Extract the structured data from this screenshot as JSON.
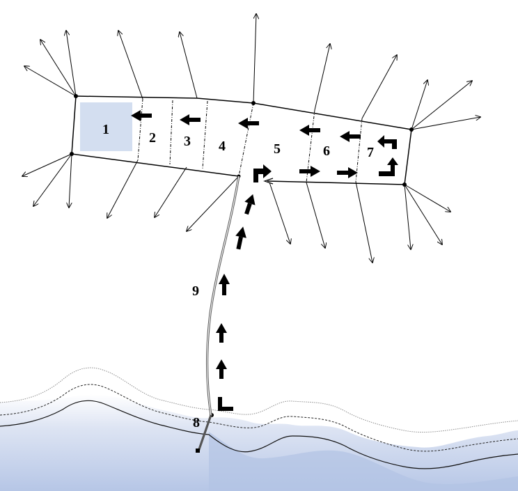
{
  "colors": {
    "water_fill": "#c3d0ea",
    "water_fade": "#ffffff",
    "zone1_fill": "#d3def0",
    "outline": "#000000",
    "contour": "#888888"
  },
  "labels": {
    "zone1": "1",
    "zone2": "2",
    "zone3": "3",
    "zone4": "4",
    "zone5": "5",
    "zone6": "6",
    "zone7": "7",
    "point8": "8",
    "line9": "9"
  }
}
